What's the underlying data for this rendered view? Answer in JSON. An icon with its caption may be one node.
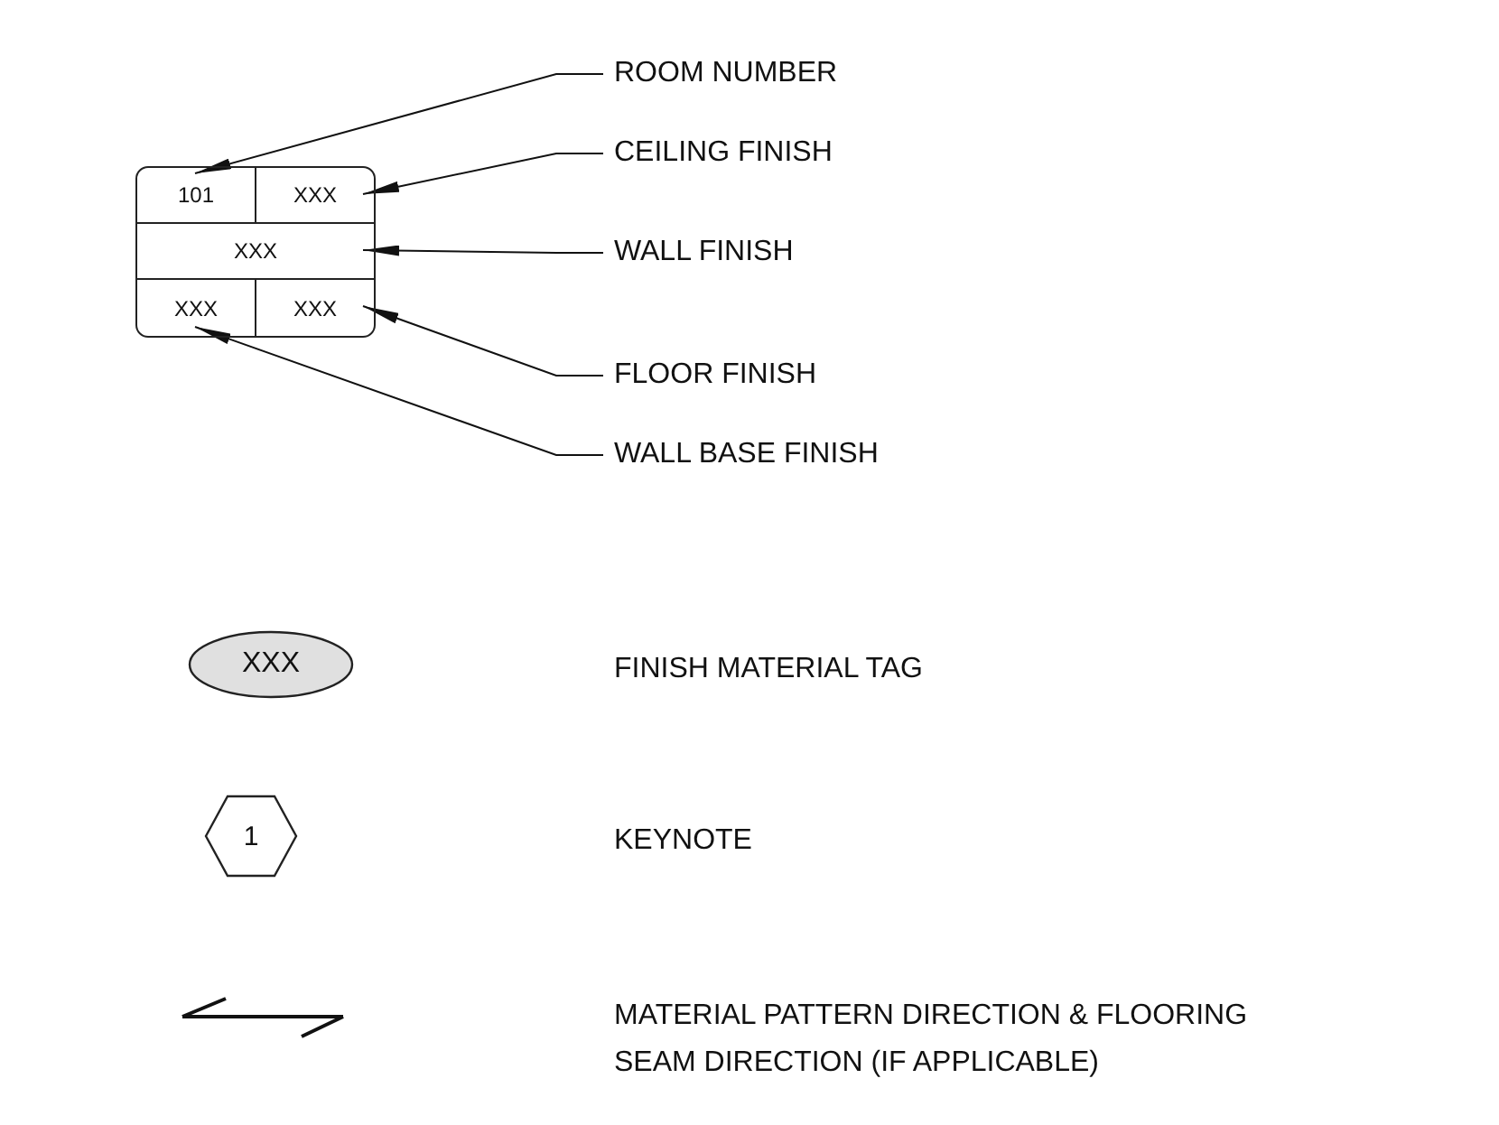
{
  "diagram": {
    "nodes": [
      {
        "text": [],
        "shape": "box"
      },
      {
        "text": [
          "101"
        ],
        "in": 0
      },
      {
        "text": [
          "XXX"
        ],
        "in": 0
      },
      {
        "text": [
          "XXX"
        ],
        "in": 0
      },
      {
        "text": [
          "XXX"
        ],
        "in": 0
      },
      {
        "text": [
          "XXX"
        ],
        "in": 0
      },
      {
        "text": [
          "ROOM NUMBER"
        ]
      },
      {
        "text": [
          "CEILING FINISH"
        ]
      },
      {
        "text": [
          "WALL FINISH"
        ]
      },
      {
        "text": [
          "FLOOR FINISH"
        ]
      },
      {
        "text": [
          "WALL BASE FINISH"
        ]
      },
      {
        "text": [
          "XXX"
        ]
      },
      {
        "text": [
          "1"
        ]
      }
    ],
    "edges": [
      {
        "from": 6,
        "to": 1,
        "arrow": "to"
      },
      {
        "from": 7,
        "to": 2,
        "arrow": "to"
      },
      {
        "from": 8,
        "to": 3,
        "arrow": "to"
      },
      {
        "from": 9,
        "to": 5,
        "arrow": "to"
      },
      {
        "from": 10,
        "to": 4,
        "arrow": "to"
      }
    ],
    "labels": [
      "FINISH MATERIAL TAG",
      "KEYNOTE",
      "MATERIAL PATTERN DIRECTION & FLOORING SEAM DIRECTION (IF APPLICABLE)"
    ]
  }
}
